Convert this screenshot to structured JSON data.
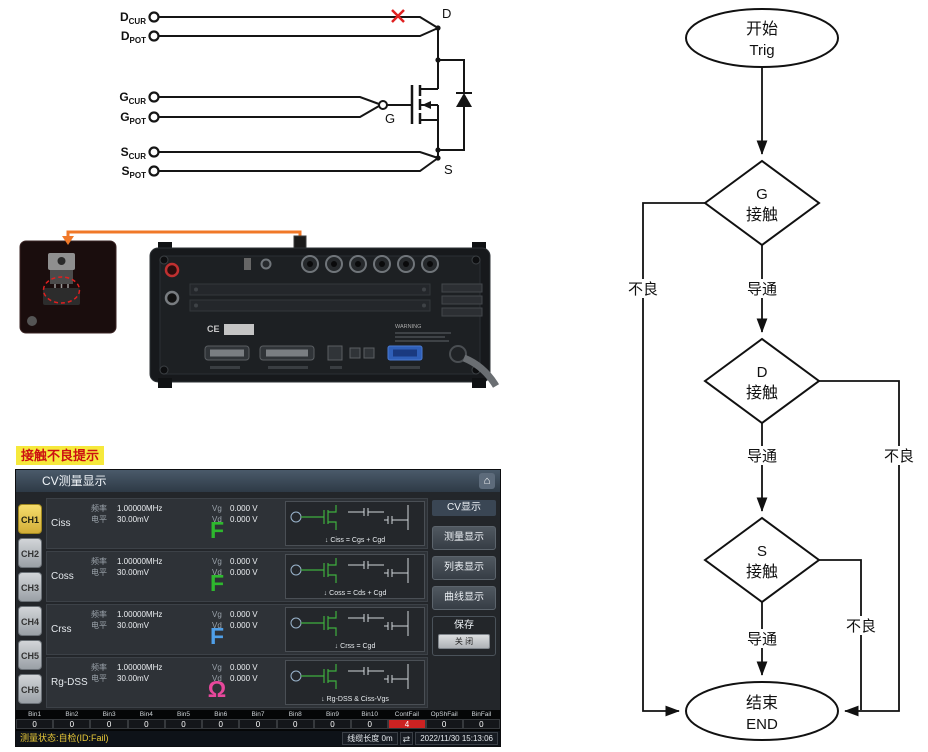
{
  "circuit": {
    "terminals": [
      {
        "main": "D",
        "sub": "CUR"
      },
      {
        "main": "D",
        "sub": "POT"
      },
      {
        "main": "G",
        "sub": "CUR"
      },
      {
        "main": "G",
        "sub": "POT"
      },
      {
        "main": "S",
        "sub": "CUR"
      },
      {
        "main": "S",
        "sub": "POT"
      }
    ],
    "node_d": "D",
    "node_g": "G",
    "node_s": "S"
  },
  "rear_panel": {
    "ce_mark": "CE",
    "warning": "WARNING"
  },
  "callout": {
    "label": "接触不良提示"
  },
  "screen": {
    "title": "CV测量显示",
    "home_icon": "⌂",
    "channels": [
      "CH1",
      "CH2",
      "CH3",
      "CH4",
      "CH5",
      "CH6"
    ],
    "param_labels": {
      "freq": "频率",
      "level": "电平",
      "vg": "Vg",
      "vd": "Vd"
    },
    "rows": [
      {
        "name": "Ciss",
        "freq": "1.00000MHz",
        "level": "30.00mV",
        "vg": "0.000 V",
        "vd": "0.000 V",
        "big": "F",
        "big_color": "#2eb82e",
        "caption": "Ciss = Cgs + Cgd"
      },
      {
        "name": "Coss",
        "freq": "1.00000MHz",
        "level": "30.00mV",
        "vg": "0.000 V",
        "vd": "0.000 V",
        "big": "F",
        "big_color": "#2eb82e",
        "caption": "Coss = Cds + Cgd"
      },
      {
        "name": "Crss",
        "freq": "1.00000MHz",
        "level": "30.00mV",
        "vg": "0.000 V",
        "vd": "0.000 V",
        "big": "F",
        "big_color": "#4f9fe8",
        "caption": "Crss = Cgd"
      },
      {
        "name": "Rg-DSS",
        "freq": "1.00000MHz",
        "level": "30.00mV",
        "vg": "0.000 V",
        "vd": "0.000 V",
        "big": "Ω",
        "big_color": "#e8489c",
        "caption": "Rg-DSS & Ciss-Vgs"
      }
    ],
    "caption_arrow": "↓",
    "menu": {
      "header": "CV显示",
      "items": [
        "测量显示",
        "列表显示",
        "曲线显示"
      ],
      "save_label": "保存",
      "save_button": "关 闭"
    },
    "bins": {
      "headers": [
        "Bin1",
        "Bin2",
        "Bin3",
        "Bin4",
        "Bin5",
        "Bin6",
        "Bin7",
        "Bin8",
        "Bin9",
        "Bin10",
        "ContFail",
        "OpShFail",
        "BinFail"
      ],
      "values": [
        "0",
        "0",
        "0",
        "0",
        "0",
        "0",
        "0",
        "0",
        "0",
        "0",
        "4",
        "0",
        "0"
      ],
      "fail_bg": "#cc2222"
    },
    "status": {
      "left": "测量状态:自检(ID:Fail)",
      "cable": "线缆长度 0m",
      "usb_icon": "⇄",
      "time": "2022/11/30 15:13:06"
    }
  },
  "flowchart": {
    "start_line1": "开始",
    "start_line2": "Trig",
    "g_line1": "G",
    "g_line2": "接触",
    "d_line1": "D",
    "d_line2": "接触",
    "s_line1": "S",
    "s_line2": "接触",
    "end_line1": "结束",
    "end_line2": "END",
    "bad": "不良",
    "ok": "导通"
  }
}
